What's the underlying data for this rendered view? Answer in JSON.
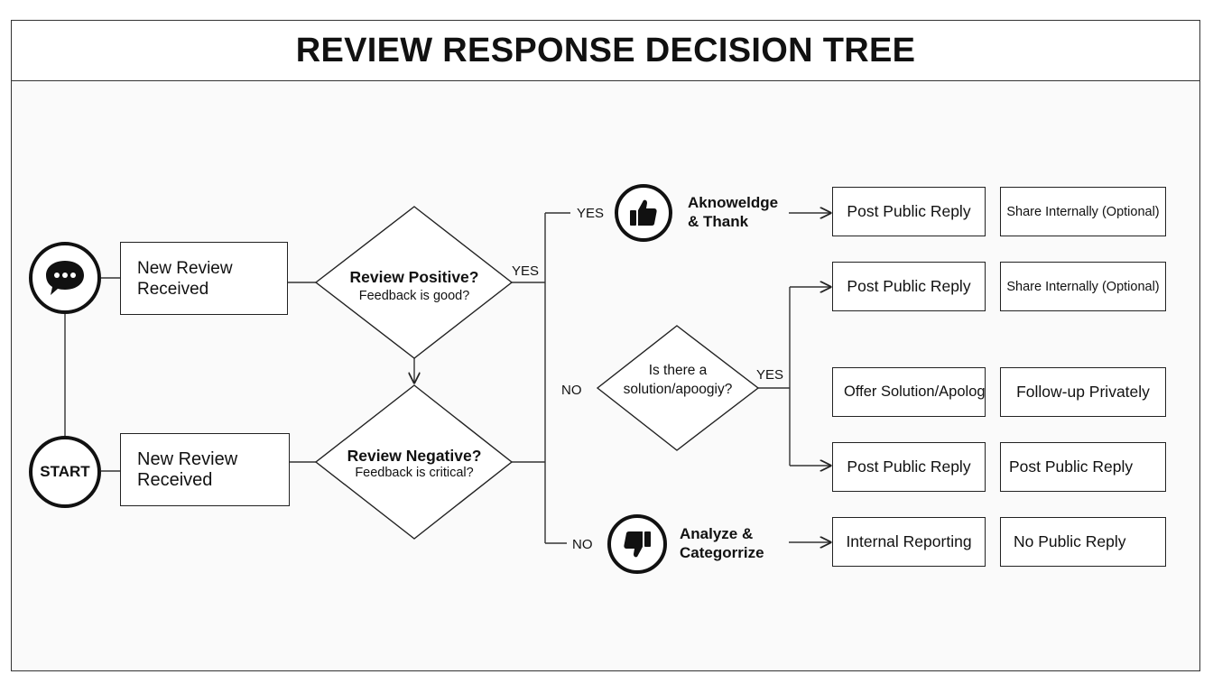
{
  "title": "REVIEW RESPONSE DECISION TREE",
  "nodes": {
    "start": "START",
    "new_review_top": "New Review\nReceived",
    "new_review_bottom": "New Review\nReceived",
    "q_positive": {
      "title": "Review Positive?",
      "sub": "Feedback is good?"
    },
    "q_negative": {
      "title": "Review Negative?",
      "sub": "Feedback is critical?"
    },
    "q_solution": {
      "line1": "Is there a",
      "line2": "solution/apoogiy?"
    },
    "ack_thank": "Aknoweldge\n& Thank",
    "analyze": "Analyze &\nCategorrize"
  },
  "labels": {
    "yes_positive": "YES",
    "yes_branch": "YES",
    "no_branch": "NO",
    "yes_solution": "YES",
    "no_bottom": "NO"
  },
  "actions": {
    "row1": [
      "Post Public Reply",
      "Share Internally (Optional)"
    ],
    "row2": [
      "Post Public Reply",
      "Share Internally (Optional)"
    ],
    "row3": [
      "Offer Solution/Apologiy",
      "Follow-up Privately"
    ],
    "row4": [
      "Post Public Reply",
      "Post Public Reply"
    ],
    "row5": [
      "Internal Reporting",
      "No Public Reply"
    ]
  },
  "icons": {
    "chat": "speech-bubble-icon",
    "thumbs_up": "thumbs-up-icon",
    "thumbs_down": "thumbs-down-icon"
  }
}
